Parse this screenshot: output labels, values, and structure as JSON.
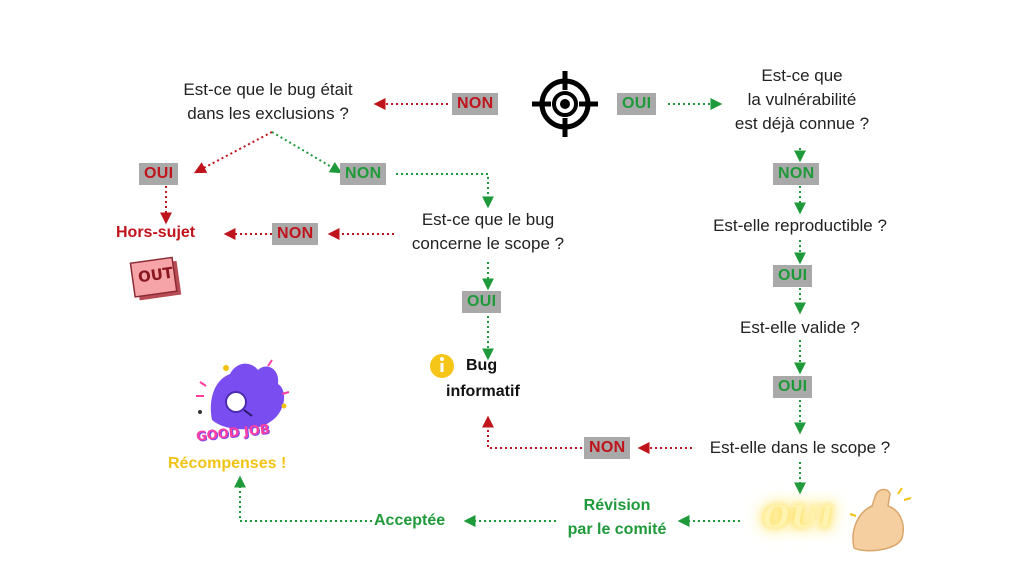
{
  "nodes": {
    "q_exclusions": [
      "Est-ce que le bug était",
      "dans les exclusions ?"
    ],
    "q_known": [
      "Est-ce que",
      "la vulnérabilité",
      "est déjà connue ?"
    ],
    "q_scope_bug": [
      "Est-ce que le bug",
      "concerne le scope ?"
    ],
    "q_reproducible": "Est-elle reproductible ?",
    "q_valid": "Est-elle valide ?",
    "q_in_scope": "Est-elle dans le scope ?",
    "hors_sujet": "Hors-sujet",
    "out_sticker": "OUT",
    "bug_informatif": [
      "Bug",
      "informatif"
    ],
    "revision": [
      "Révision",
      "par le comité"
    ],
    "acceptee": "Acceptée",
    "recompenses": "Récompenses !",
    "good_job": "GOOD JOB",
    "oui_final": "OUI"
  },
  "badges": {
    "non_top": "NON",
    "oui_top": "OUI",
    "oui_excl": "OUI",
    "non_excl": "NON",
    "non_scope": "NON",
    "oui_scope": "OUI",
    "non_known": "NON",
    "oui_repro": "OUI",
    "oui_valid": "OUI",
    "non_inscope": "NON"
  },
  "colors": {
    "red": "#c0141c",
    "green": "#1f9a3a",
    "badge_bg": "#a9a9a9",
    "yellow": "#f2c314",
    "purple": "#7a4df0",
    "pink": "#ff3fa4"
  },
  "icons": {
    "start": "target-icon",
    "info": "info-icon",
    "out": "out-sticker-icon",
    "ok_hand": "ok-hand-icon",
    "muscle": "flexed-biceps-icon"
  }
}
